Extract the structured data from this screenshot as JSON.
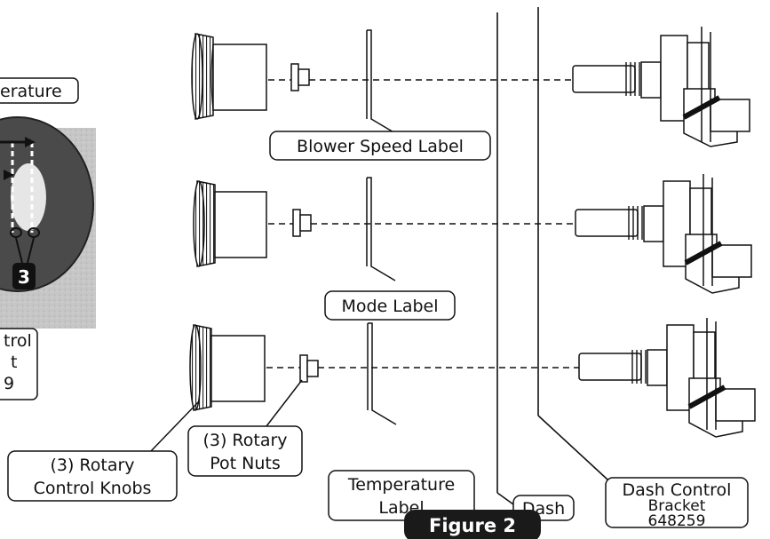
{
  "labels": {
    "temperature_cut": "erature",
    "blower_speed": "Blower Speed Label",
    "mode": "Mode Label",
    "temperature_label_1": "Temperature",
    "temperature_label_2": "Label",
    "knobs_1": "(3) Rotary",
    "knobs_2": "Control Knobs",
    "pot_nuts_1": "(3) Rotary",
    "pot_nuts_2": "Pot Nuts",
    "dash": "Dash",
    "bracket_1": "Dash Control",
    "bracket_2": "Bracket",
    "bracket_3": "648259",
    "inset_cut_1": "trol",
    "inset_cut_2": "t",
    "inset_cut_3": "9"
  },
  "badge": "3",
  "figure_caption": "Figure 2",
  "colors": {
    "line": "#111111",
    "caption_bg": "#1a1a1a",
    "photo_bg": "#c9c9c9",
    "knob_dark": "#3a3a3a",
    "label_box_border": "#111111"
  }
}
